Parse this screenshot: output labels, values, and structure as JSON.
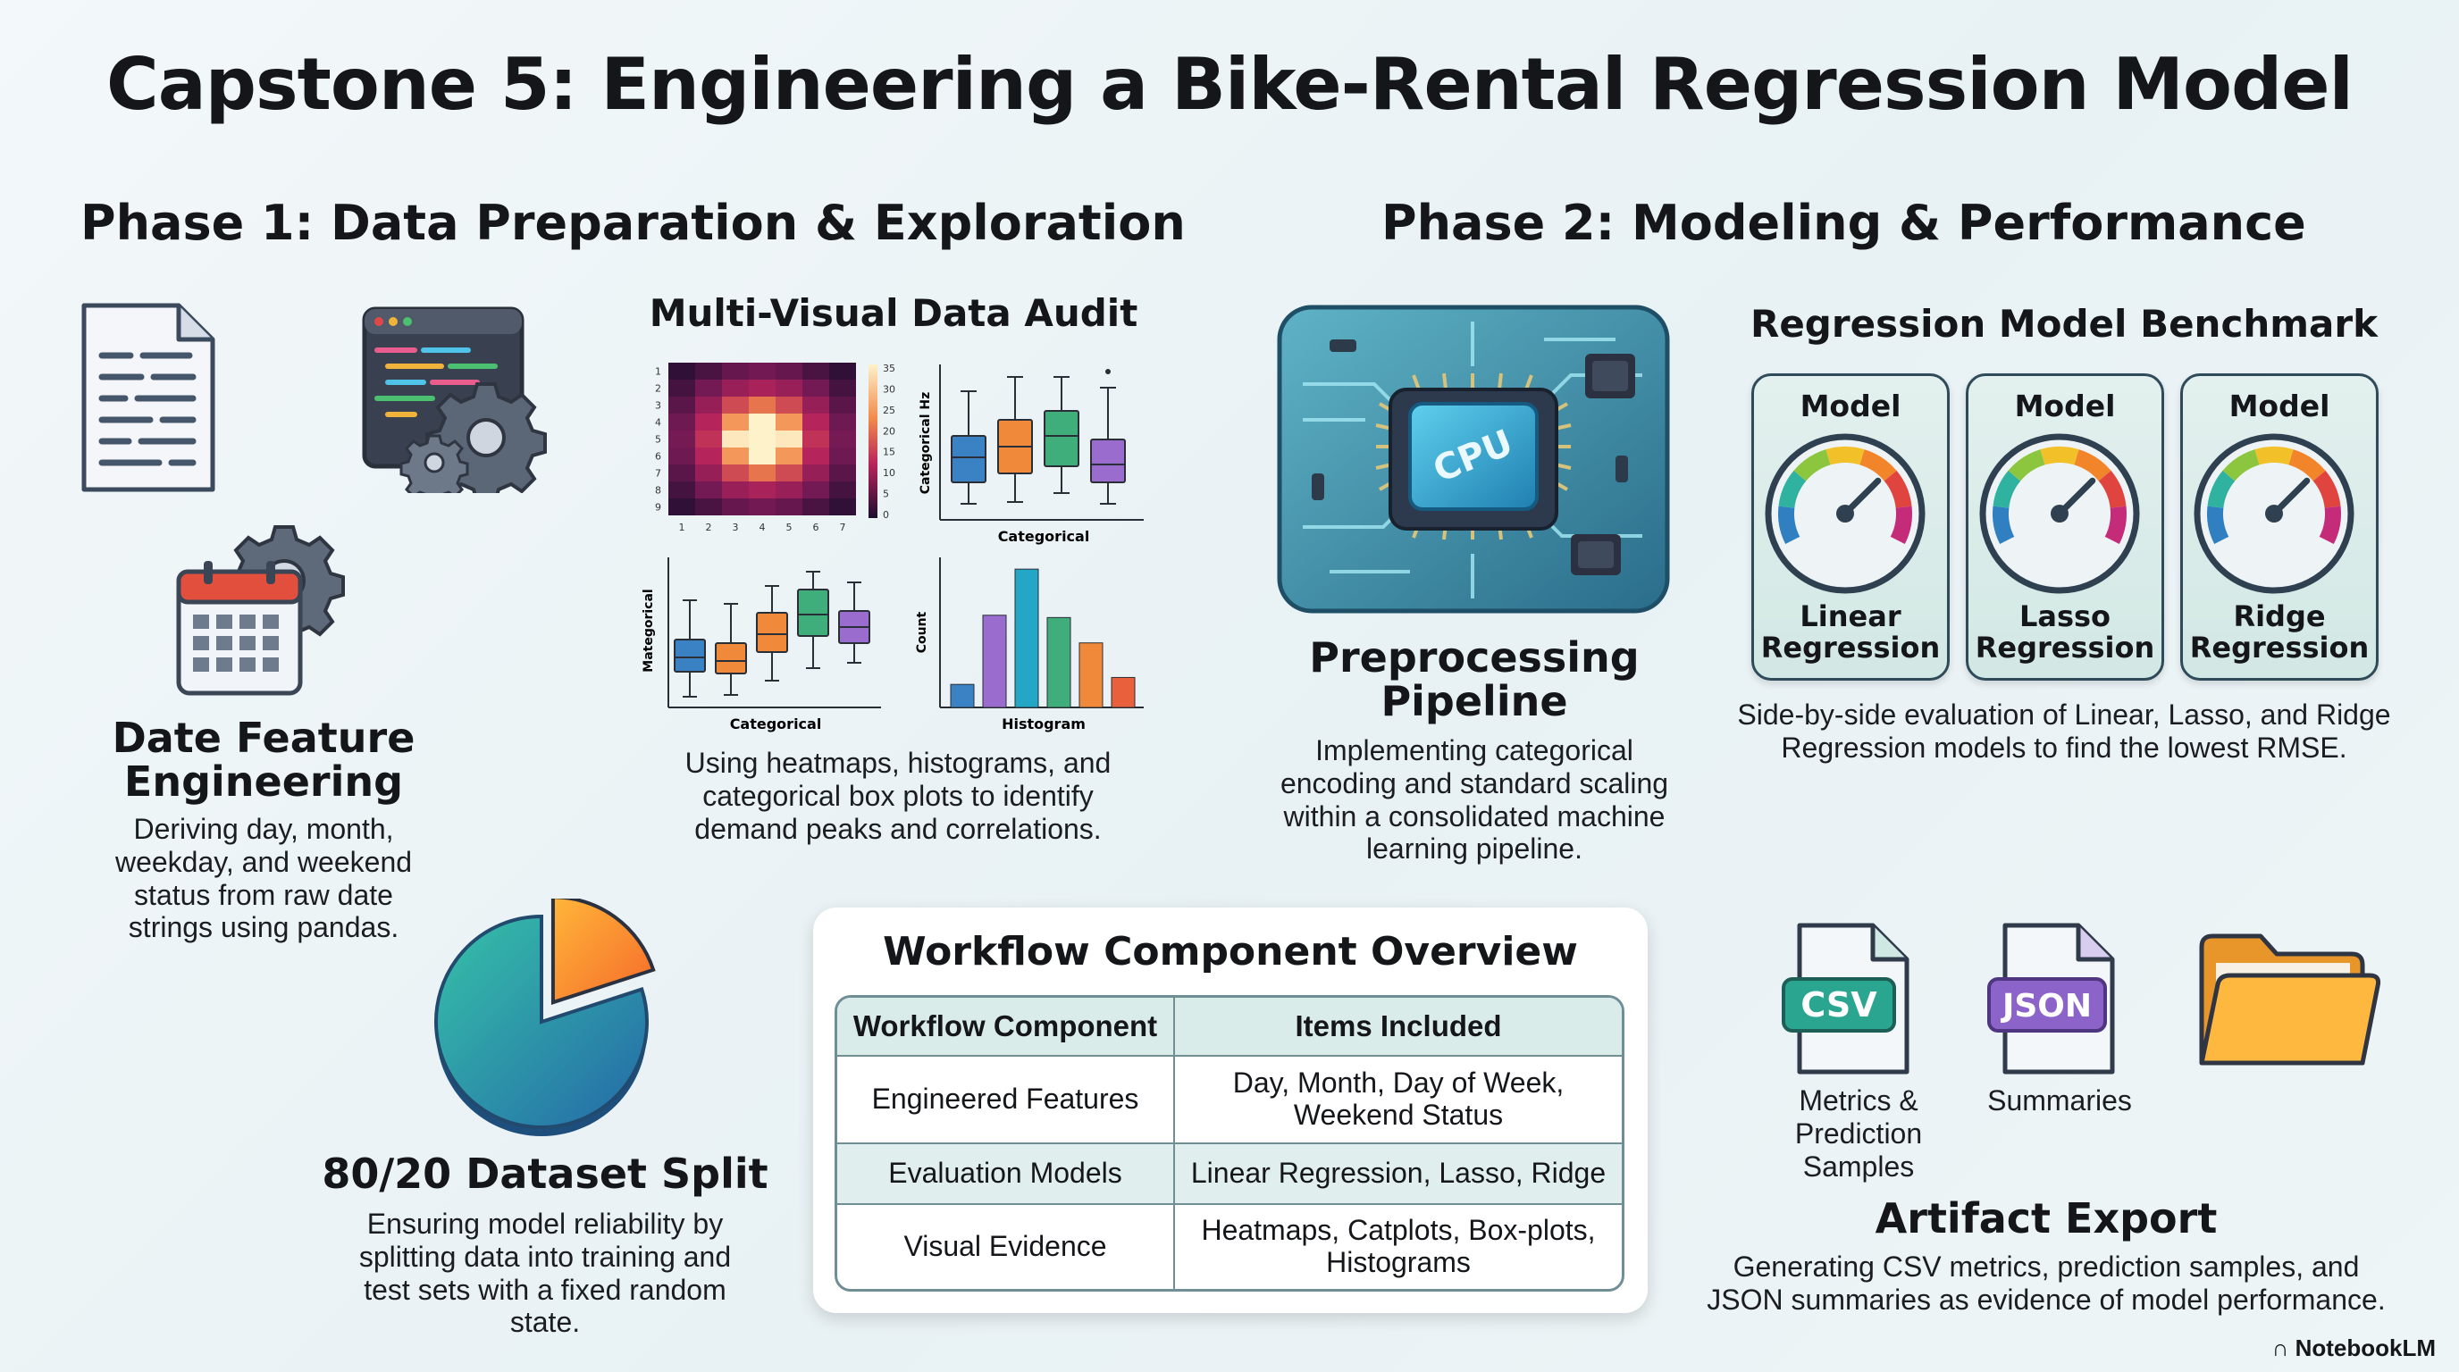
{
  "title": "Capstone 5: Engineering a Bike-Rental Regression Model",
  "phase1": {
    "title": "Phase 1: Data Preparation & Exploration"
  },
  "phase2": {
    "title": "Phase 2: Modeling & Performance"
  },
  "date_feature": {
    "title": "Date Feature Engineering",
    "desc": "Deriving day, month, weekday, and weekend status from raw date strings using pandas."
  },
  "audit": {
    "title": "Multi-Visual Data Audit",
    "desc": "Using heatmaps, histograms, and categorical box plots to identify demand peaks and correlations.",
    "heatmap_xticks": [
      "1",
      "2",
      "3",
      "4",
      "5",
      "6",
      "7"
    ],
    "heatmap_yticks": [
      "1",
      "2",
      "3",
      "4",
      "5",
      "6",
      "7",
      "8",
      "9"
    ],
    "colorbar_ticks": [
      "35",
      "30",
      "25",
      "20",
      "15",
      "10",
      "5",
      "0"
    ],
    "box1_ylabel": "Categorical Hz",
    "box1_xlabel": "Categorical",
    "box2_ylabel": "Mategorical",
    "box2_xlabel": "Categorical",
    "hist_ylabel": "Count",
    "hist_xlabel": "Histogram",
    "hist_bar_values": [
      1.0,
      4.0,
      6.0,
      3.9,
      2.8,
      1.3
    ],
    "colors": {
      "blue": "#3b82c4",
      "orange": "#f08a3a",
      "green": "#3fae7a",
      "purple": "#9a6ccd",
      "cyan": "#24a7c7"
    }
  },
  "split": {
    "title": "80/20 Dataset Split",
    "desc": "Ensuring model reliability by splitting data into training and test sets with a fixed random state.",
    "values": [
      80,
      20
    ]
  },
  "table": {
    "title": "Workflow Component Overview",
    "headers": [
      "Workflow Component",
      "Items Included"
    ],
    "rows": [
      [
        "Engineered Features",
        "Day, Month, Day of Week, Weekend Status"
      ],
      [
        "Evaluation Models",
        "Linear Regression, Lasso, Ridge"
      ],
      [
        "Visual Evidence",
        "Heatmaps, Catplots, Box-plots, Histograms"
      ]
    ]
  },
  "pipeline": {
    "title": "Preprocessing Pipeline",
    "desc": "Implementing categorical encoding and standard scaling within a consolidated machine learning pipeline.",
    "chip_label": "CPU"
  },
  "benchmark": {
    "title": "Regression Model Benchmark",
    "desc": "Side-by-side evaluation of Linear, Lasso, and Ridge Regression models to find the lowest RMSE.",
    "models": [
      {
        "top": "Model",
        "name": "Linear Regression"
      },
      {
        "top": "Model",
        "name": "Lasso Regression"
      },
      {
        "top": "Model",
        "name": "Ridge Regression"
      }
    ]
  },
  "artifact": {
    "title": "Artifact Export",
    "desc": "Generating CSV metrics, prediction samples, and JSON summaries as evidence of model performance.",
    "csv_badge": "CSV",
    "json_badge": "JSON",
    "csv_label": "Metrics & Prediction Samples",
    "json_label": "Summaries"
  },
  "brand": "NotebookLM"
}
